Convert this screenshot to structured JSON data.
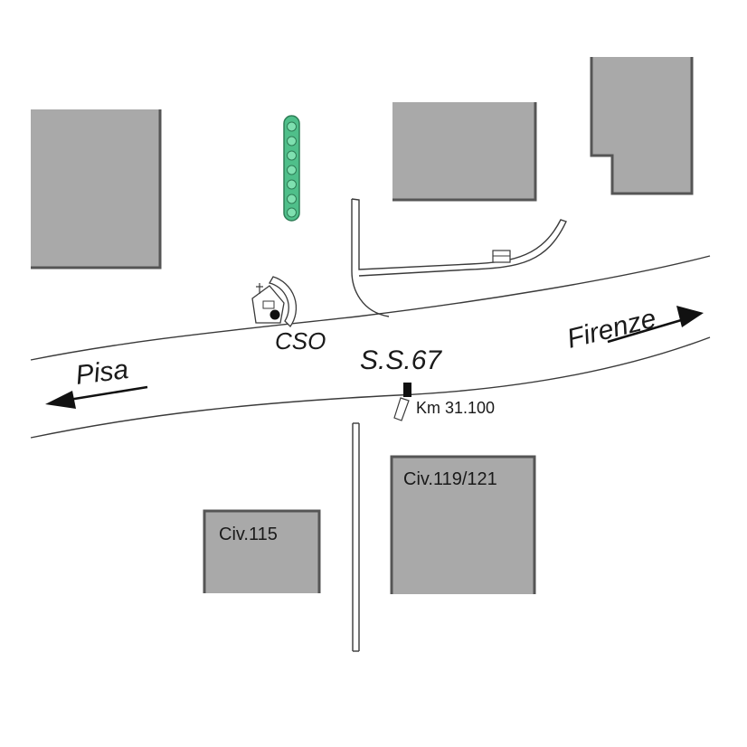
{
  "map": {
    "road_name": "S.S.67",
    "km_marker": "Km 31.100",
    "site_label": "CSO",
    "directions": {
      "west": "Pisa",
      "east": "Firenze"
    },
    "buildings": {
      "civ_115": "Civ.115",
      "civ_119_121": "Civ.119/121"
    }
  },
  "colors": {
    "building_fill": "#a9a9a9",
    "building_edge": "#555555",
    "road_line": "#3a3a3a",
    "hedge": "#4fbf8a",
    "label": "#1a1a1a"
  }
}
